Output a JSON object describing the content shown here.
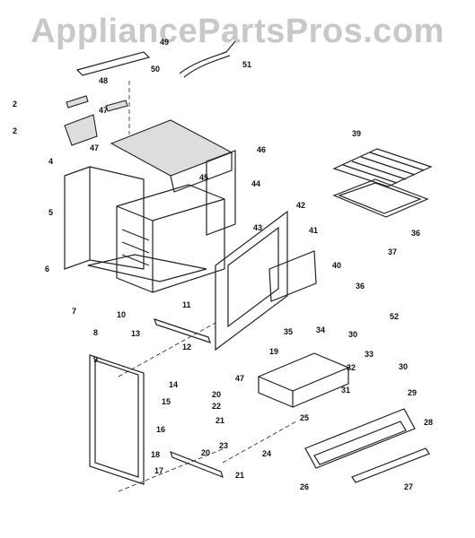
{
  "watermark": "AppliancePartsPros.com",
  "callouts": [
    "2",
    "2",
    "4",
    "5",
    "6",
    "7",
    "8",
    "9",
    "10",
    "11",
    "12",
    "13",
    "14",
    "15",
    "16",
    "17",
    "18",
    "19",
    "20",
    "20",
    "21",
    "21",
    "22",
    "23",
    "24",
    "25",
    "26",
    "27",
    "28",
    "29",
    "30",
    "30",
    "31",
    "32",
    "33",
    "34",
    "35",
    "36",
    "36",
    "37",
    "39",
    "40",
    "41",
    "42",
    "43",
    "44",
    "45",
    "46",
    "47",
    "47",
    "47",
    "48",
    "49",
    "50",
    "51",
    "52"
  ],
  "colors": {
    "line": "#222222",
    "watermark": "#c8c8c8",
    "background": "#ffffff"
  }
}
